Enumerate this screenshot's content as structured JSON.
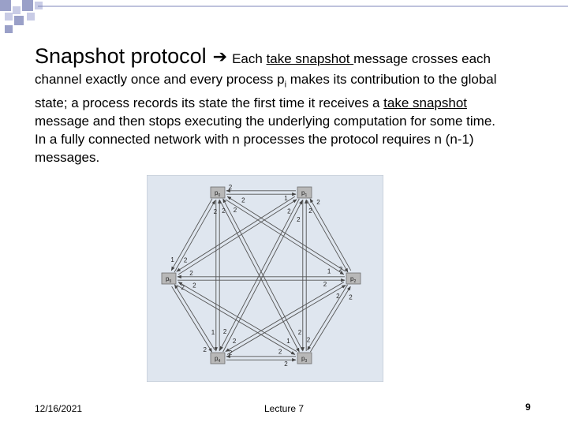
{
  "slide": {
    "title": "Snapshot protocol",
    "arrow_icon": "right-arrow-icon",
    "lead_pre": "Each ",
    "lead_underlined": "take snapshot ",
    "lead_post": "message crosses each",
    "line2_pre": "channel exactly once and every process p",
    "line2_sub": "i",
    "line2_post": " makes its contribution to the global",
    "line3_pre": "state; a process records its state the first time it receives a ",
    "line3_underlined": "take snapshot",
    "line4": "message and then stops executing the underlying computation for some time.",
    "line5": "In a fully connected network with n processes the protocol requires n (n-1)",
    "line6": "messages."
  },
  "diagram": {
    "nodes": [
      {
        "id": "p0",
        "base": "p",
        "sub": "0"
      },
      {
        "id": "p1",
        "base": "p",
        "sub": "1"
      },
      {
        "id": "p2",
        "base": "p",
        "sub": "2"
      },
      {
        "id": "p3",
        "base": "p",
        "sub": "3"
      },
      {
        "id": "p4",
        "base": "p",
        "sub": "4"
      },
      {
        "id": "p5",
        "base": "p",
        "sub": "5"
      }
    ],
    "edge_labels": {
      "one": "1",
      "two": "2"
    }
  },
  "footer": {
    "date": "12/16/2021",
    "center": "Lecture 7",
    "page": "9"
  },
  "colors": {
    "deco_dark": "#9aa0c8",
    "deco_light": "#c9cce6",
    "diagram_bg": "#dfe6ef",
    "node_fill": "#b8b8b8"
  }
}
